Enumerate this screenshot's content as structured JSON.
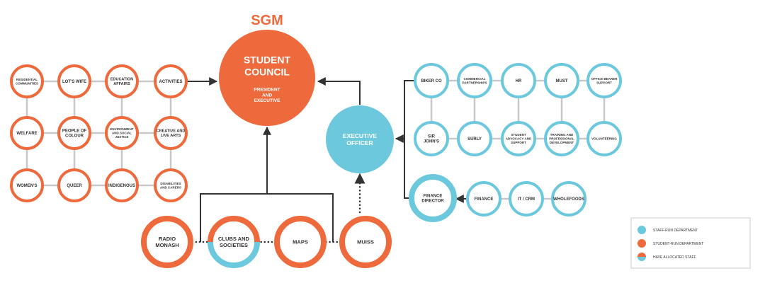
{
  "title": "SGM",
  "colors": {
    "student_run": "#EE6A3C",
    "staff_run": "#6CC8DD",
    "line": "#333333",
    "grid_line": "#C8C8C8"
  },
  "council": {
    "lines": [
      "STUDENT",
      "COUNCIL"
    ],
    "sub": [
      "PRESIDENT",
      "AND",
      "EXECUTIVE"
    ]
  },
  "executive_officer": {
    "lines": [
      "EXECUTIVE",
      "OFFICER"
    ]
  },
  "student_departments": [
    [
      "RESIDENTIAL COMMUNITIES"
    ],
    [
      "LOT'S WIFE"
    ],
    [
      "EDUCATION AFFAIRS"
    ],
    [
      "ACTIVITIES"
    ],
    [
      "WELFARE"
    ],
    [
      "PEOPLE OF COLOUR"
    ],
    [
      "ENVIRONMENT AND SOCIAL JUSTICE"
    ],
    [
      "CREATIVE AND LIVE ARTS"
    ],
    [
      "WOMEN'S"
    ],
    [
      "QUEER"
    ],
    [
      "INDIGENOUS"
    ],
    [
      "DISABILITIES AND CARERS"
    ]
  ],
  "staff_departments": [
    "BIKER CO",
    "COMMERCIAL PARTNERSHIPS",
    "HR",
    "MUST",
    "OFFICE BEARER SUPPORT",
    "SIR JOHN'S",
    "SURLY",
    "STUDENT ADVOCACY AND SUPPORT",
    "TRAINING AND PROFESSIONAL DEVELOPMENT",
    "VOLUNTEERING"
  ],
  "finance_director": "FINANCE DIRECTOR",
  "finance_chain": [
    "FINANCE",
    "IT / CRM",
    "WHOLEFOODS"
  ],
  "affiliates": [
    {
      "label": "RADIO MONASH",
      "type": "student"
    },
    {
      "label": "CLUBS AND SOCIETIES",
      "type": "mixed"
    },
    {
      "label": "MAPS",
      "type": "student"
    },
    {
      "label": "MUISS",
      "type": "student"
    }
  ],
  "legend": [
    {
      "label": "STAFF-RUN DEPARTMENT",
      "type": "staff"
    },
    {
      "label": "STUDENT-RUN DEPARTMENT",
      "type": "student"
    },
    {
      "label": "HAVE ALLOCATED STAFF",
      "type": "mixed"
    }
  ]
}
